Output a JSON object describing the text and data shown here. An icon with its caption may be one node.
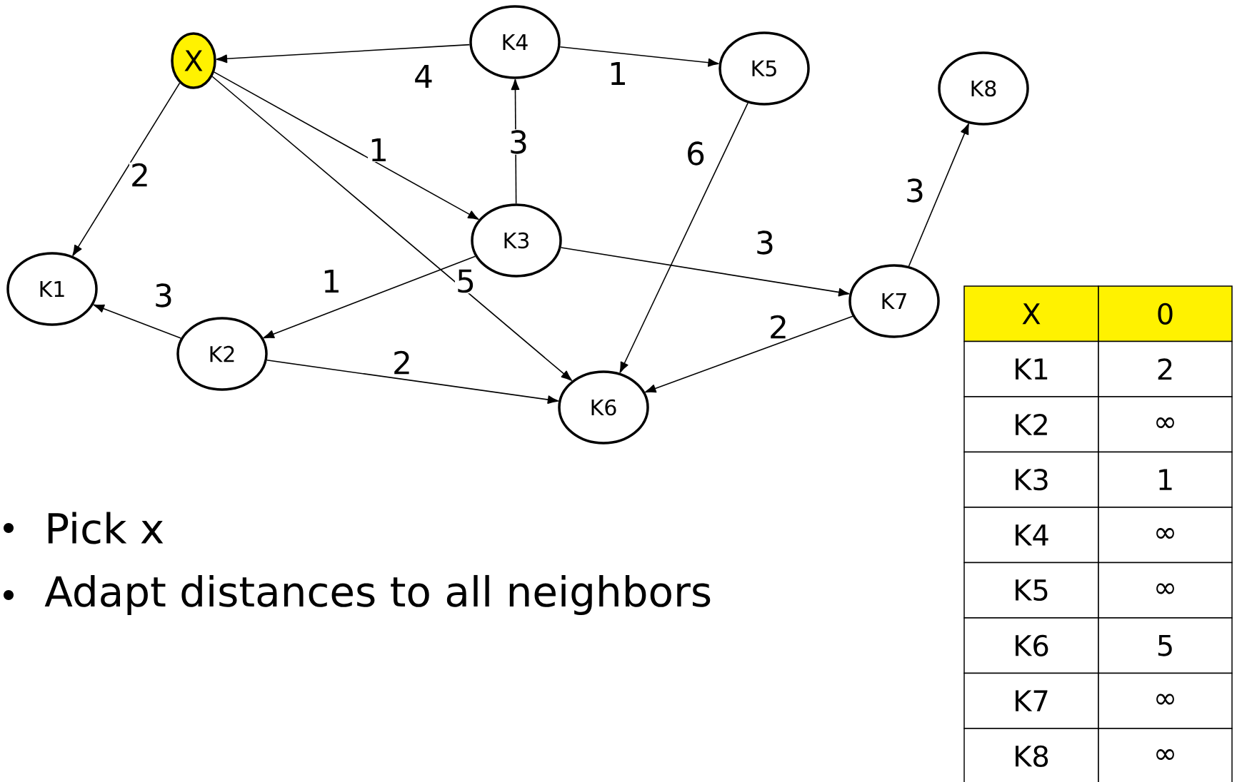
{
  "diagram": {
    "nodes": [
      {
        "text": [
          "X"
        ]
      },
      {
        "text": [
          "K4"
        ]
      },
      {
        "text": [
          "K5"
        ]
      },
      {
        "text": [
          "K8"
        ]
      },
      {
        "text": [
          "K3"
        ]
      },
      {
        "text": [
          "K1"
        ]
      },
      {
        "text": [
          "K2"
        ]
      },
      {
        "text": [
          "K7"
        ]
      },
      {
        "text": [
          "K6"
        ]
      }
    ],
    "edges": [
      {
        "from": 1,
        "to": 0,
        "arrow": "to",
        "label": "4"
      },
      {
        "from": 0,
        "to": 5,
        "arrow": "to",
        "label": "2"
      },
      {
        "from": 0,
        "to": 4,
        "arrow": "to",
        "label": "1"
      },
      {
        "from": 0,
        "to": 8,
        "arrow": "to",
        "label": "5"
      },
      {
        "from": 4,
        "to": 1,
        "arrow": "to",
        "label": "3"
      },
      {
        "from": 1,
        "to": 2,
        "arrow": "to",
        "label": "1"
      },
      {
        "from": 2,
        "to": 8,
        "arrow": "to",
        "label": "6"
      },
      {
        "from": 4,
        "to": 6,
        "arrow": "to",
        "label": "1"
      },
      {
        "from": 6,
        "to": 5,
        "arrow": "to",
        "label": "3"
      },
      {
        "from": 6,
        "to": 8,
        "arrow": "to",
        "label": "2"
      },
      {
        "from": 4,
        "to": 7,
        "arrow": "to",
        "label": "3"
      },
      {
        "from": 7,
        "to": 8,
        "arrow": "to",
        "label": "2"
      },
      {
        "from": 7,
        "to": 3,
        "arrow": "to",
        "label": "3"
      }
    ],
    "labels": [
      "X",
      "0",
      "K1",
      "2",
      "K2",
      "∞",
      "K3",
      "1",
      "K4",
      "∞",
      "K5",
      "∞",
      "K6",
      "5",
      "K7",
      "∞",
      "K8",
      "∞",
      "Pick x",
      "Adapt distances to all neighbors"
    ]
  }
}
